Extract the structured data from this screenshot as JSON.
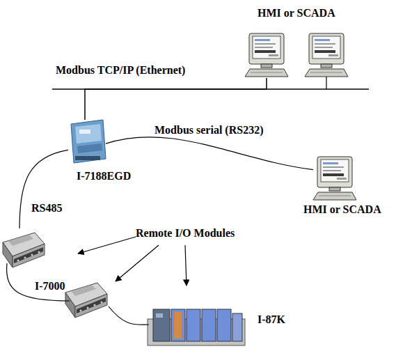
{
  "diagram": {
    "nodes": [
      {
        "text": [
          "HMI or SCADA"
        ]
      },
      {
        "text": [
          "I-7188EGD"
        ]
      },
      {
        "text": [
          "HMI or SCADA"
        ]
      },
      {
        "text": [
          "I-7000"
        ]
      },
      {
        "text": [
          "I-87K"
        ]
      }
    ],
    "edges": [
      {
        "from": 1,
        "to": 0,
        "arrow": "none",
        "label": "Modbus TCP/IP (Ethernet)"
      },
      {
        "from": 1,
        "to": 2,
        "arrow": "none",
        "label": "Modbus serial (RS232)"
      },
      {
        "from": 1,
        "to": 3,
        "arrow": "none",
        "label": "RS485"
      }
    ],
    "labels": [
      "Remote I/O Modules"
    ]
  }
}
